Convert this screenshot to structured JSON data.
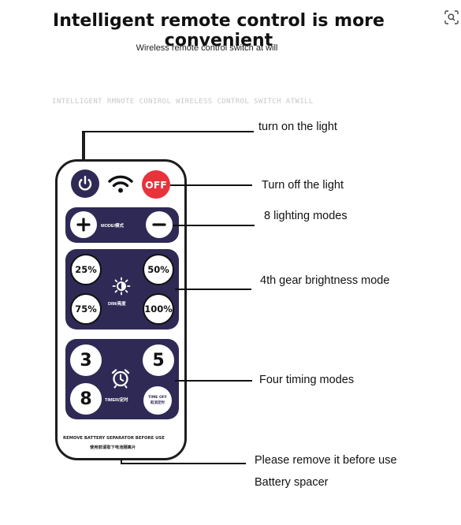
{
  "header": {
    "title": "Intelligent remote control is more convenient",
    "subtitle": "Wireless remote control switch at will",
    "watermark": "INTELLIGENT RMNOTE CONIROL WIRELESS CONTROL SWITCH ATWILL"
  },
  "toolbar": {
    "lens_icon": "visual-search-icon"
  },
  "remote": {
    "icons": {
      "power": "power-icon",
      "wifi": "wifi-icon",
      "brightness": "sun-icon",
      "timer": "alarm-clock-icon"
    },
    "off_label": "OFF",
    "mode_label": "MODE/模式",
    "dim_label": "DIM/亮度",
    "brightness": [
      "25%",
      "50%",
      "75%",
      "100%"
    ],
    "timer_values": [
      "3",
      "5",
      "8"
    ],
    "timer_label": "TIMER/定时",
    "time_off_label_1": "TIME OFF",
    "time_off_label_2": "取消定时",
    "footnote_en": "REMOVE BATTERY SEPARATOR BEFORE USE",
    "footnote_cn": "使用前请取下电池隔离片",
    "colors": {
      "panel": "#2e2a55",
      "off_button": "#e8323c",
      "outline": "#1d1d1d"
    }
  },
  "callouts": {
    "turn_on": "turn on the light",
    "turn_off": "Turn off the light",
    "modes": "8 lighting modes",
    "brightness": "4th gear brightness mode",
    "timing": "Four timing modes",
    "remove": "Please remove it before use",
    "spacer": "Battery spacer"
  }
}
